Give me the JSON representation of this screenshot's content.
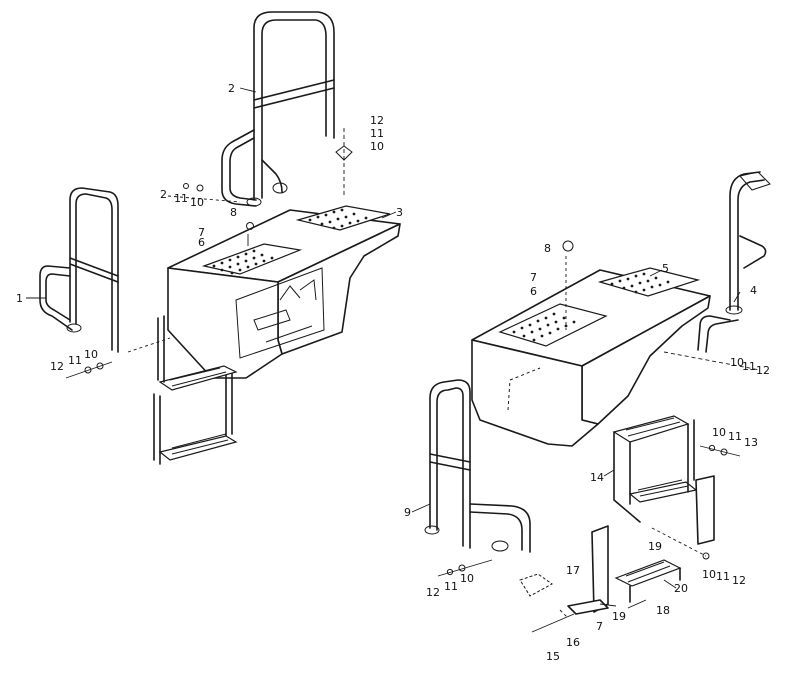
{
  "labels": {
    "l1": "1",
    "l2": "2",
    "l3": "3",
    "l2b": "2",
    "l11a": "11",
    "l10a": "10",
    "l12a": "12",
    "l11b": "11",
    "l10b": "10",
    "l8a": "8",
    "l7a": "7",
    "l6a": "6",
    "l12c": "12",
    "l11c": "11",
    "l10c": "10",
    "l4": "4",
    "l5": "5",
    "l8b": "8",
    "l7b": "7",
    "l6b": "6",
    "l9": "9",
    "l12d": "12",
    "l11d": "11",
    "l10d": "10",
    "l10e": "10",
    "l11e": "11",
    "l13": "13",
    "l14": "14",
    "l19": "19",
    "l17": "17",
    "l10f": "10",
    "l11f": "11",
    "l12f": "12",
    "l20": "20",
    "l15": "15",
    "l16": "16",
    "l7c": "7",
    "l19b": "19",
    "l18": "18",
    "l10g": "10",
    "l11g": "11",
    "l12g": "12"
  }
}
